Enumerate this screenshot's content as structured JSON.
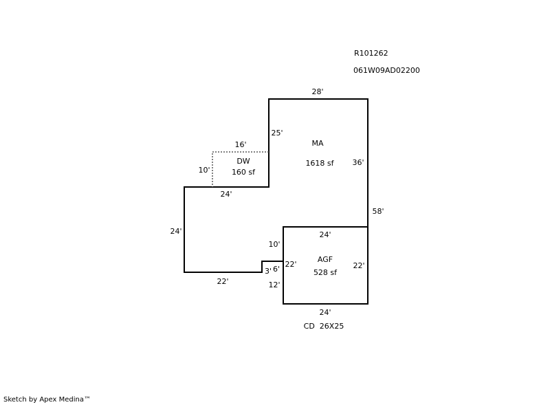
{
  "header": {
    "account_id": "R101262",
    "map_tax_lot": "061W09AD02200"
  },
  "areas": {
    "main": {
      "code": "MA",
      "area": "1618 sf"
    },
    "deck": {
      "code": "DW",
      "area": "160 sf"
    },
    "garage": {
      "code": "AGF",
      "area": "528 sf"
    }
  },
  "dimensions": {
    "ma_top": "28'",
    "ma_upper_left": "25'",
    "ma_inner_right": "36'",
    "ma_right": "58'",
    "dw_top": "16'",
    "dw_left": "10'",
    "step_24": "24'",
    "left_24": "24'",
    "bottom_22": "22'",
    "notch_3": "3'",
    "notch_6": "6'",
    "garage_top": "24'",
    "garage_above_10": "10'",
    "garage_left_22": "22'",
    "garage_below_12": "12'",
    "garage_right_22": "22'",
    "garage_bottom": "24'"
  },
  "notes": {
    "cd": "CD  26X25"
  },
  "footer": {
    "credit": "Sketch by Apex Medina™"
  }
}
